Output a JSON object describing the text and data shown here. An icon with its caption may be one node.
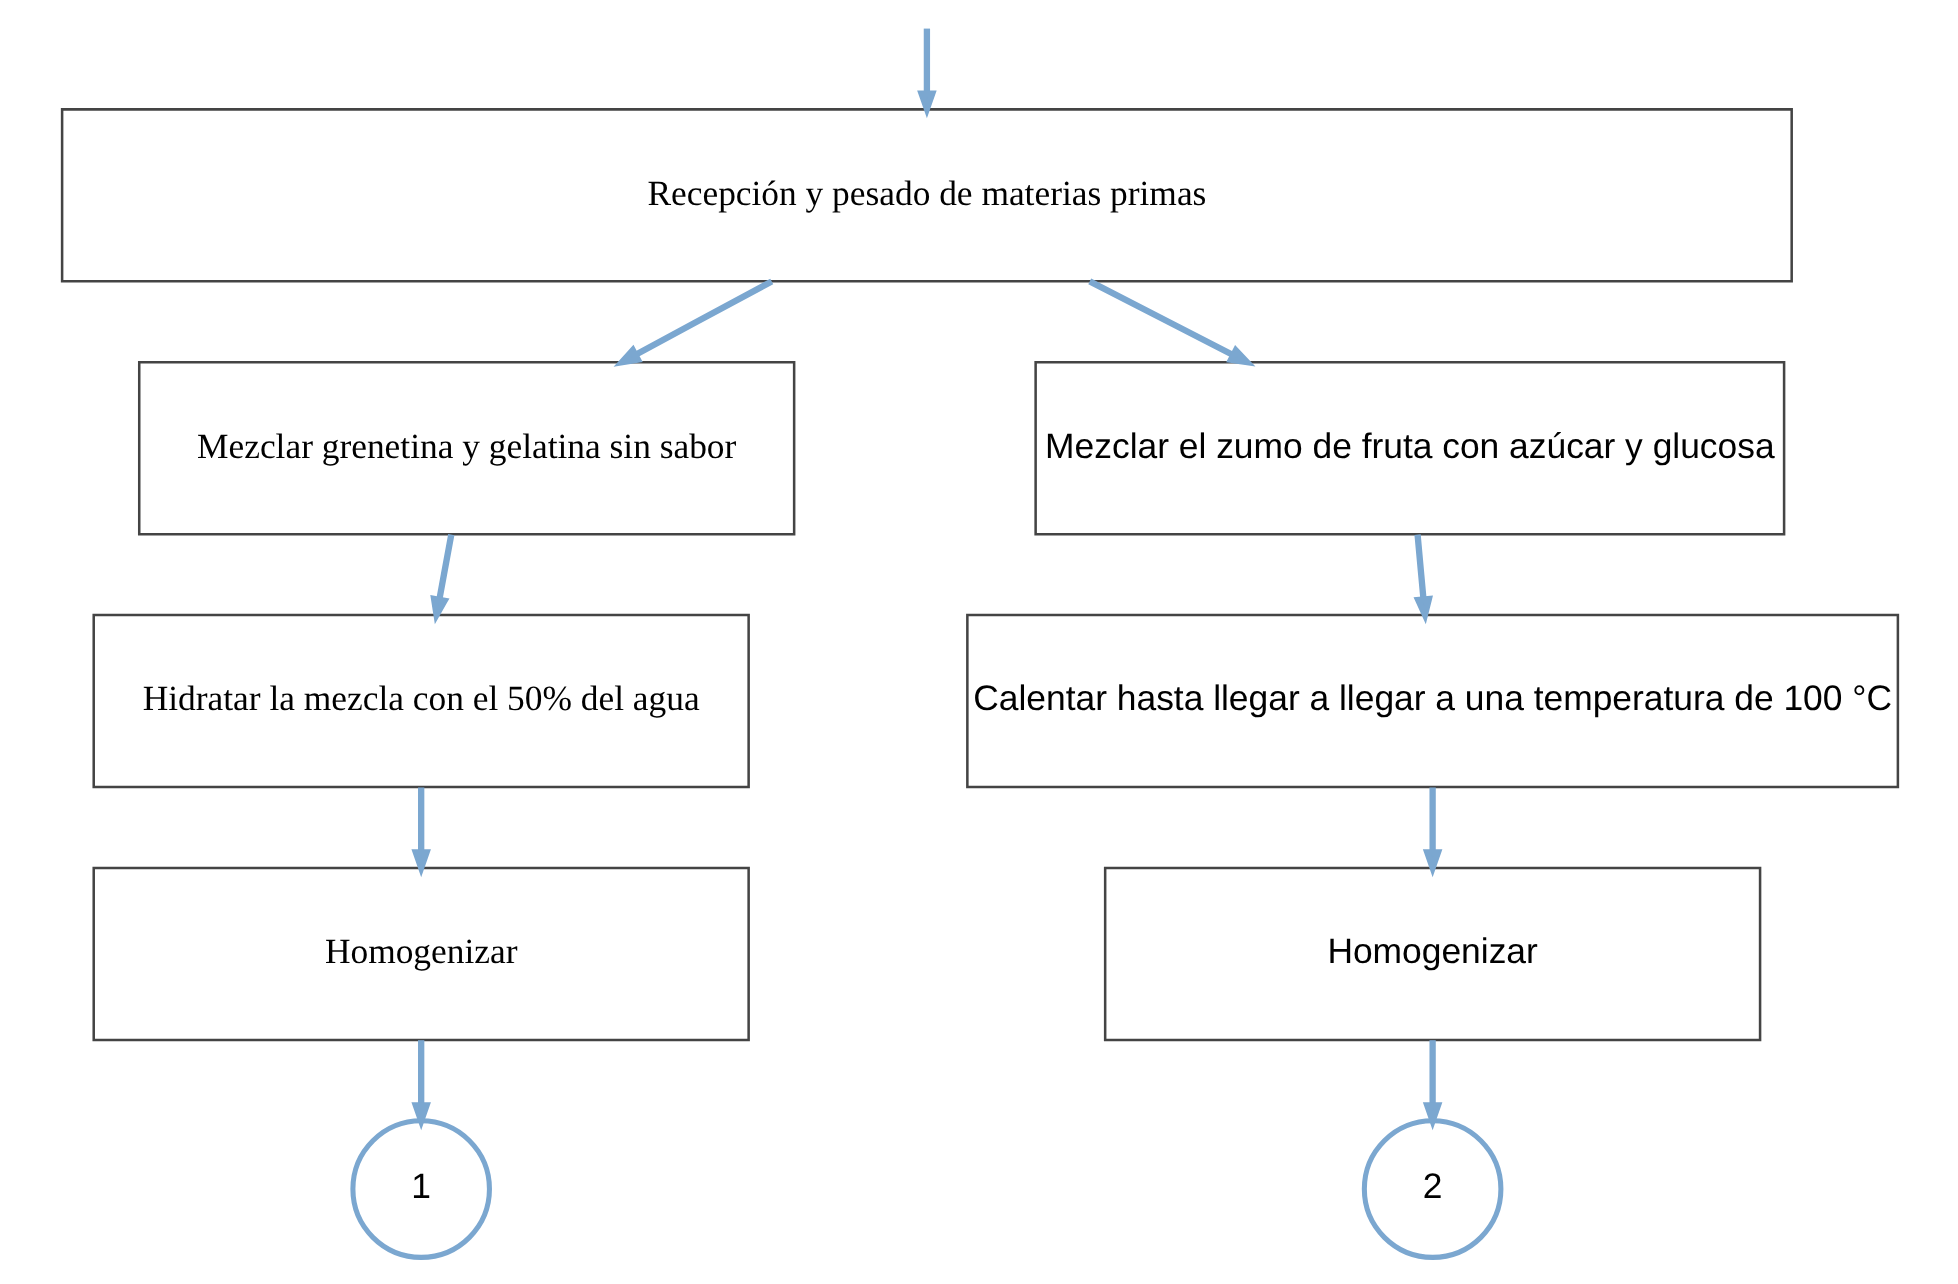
{
  "diagram": {
    "nodes": [
      {
        "text": [
          "Recepción y pesado de materias primas"
        ]
      },
      {
        "text": [
          "Mezclar grenetina y gelatina sin sabor"
        ]
      },
      {
        "text": [
          "Hidratar la mezcla con el 50% del agua"
        ]
      },
      {
        "text": [
          "Homogenizar"
        ]
      },
      {
        "text": [
          "1"
        ]
      },
      {
        "text": [
          "Mezclar el zumo de fruta con azúcar y glucosa"
        ]
      },
      {
        "text": [
          "Calentar hasta llegar a llegar a una temperatura de 100 °C"
        ]
      },
      {
        "text": [
          "Homogenizar"
        ]
      },
      {
        "text": [
          "2"
        ]
      }
    ],
    "edges": [
      {
        "from": null,
        "to": 0,
        "arrow": "to"
      },
      {
        "from": 0,
        "to": 1,
        "arrow": "to"
      },
      {
        "from": 1,
        "to": 2,
        "arrow": "to"
      },
      {
        "from": 2,
        "to": 3,
        "arrow": "to"
      },
      {
        "from": 3,
        "to": 4,
        "arrow": "to"
      },
      {
        "from": 0,
        "to": 5,
        "arrow": "to"
      },
      {
        "from": 5,
        "to": 6,
        "arrow": "to"
      },
      {
        "from": 6,
        "to": 7,
        "arrow": "to"
      },
      {
        "from": 7,
        "to": 8,
        "arrow": "to"
      }
    ]
  }
}
